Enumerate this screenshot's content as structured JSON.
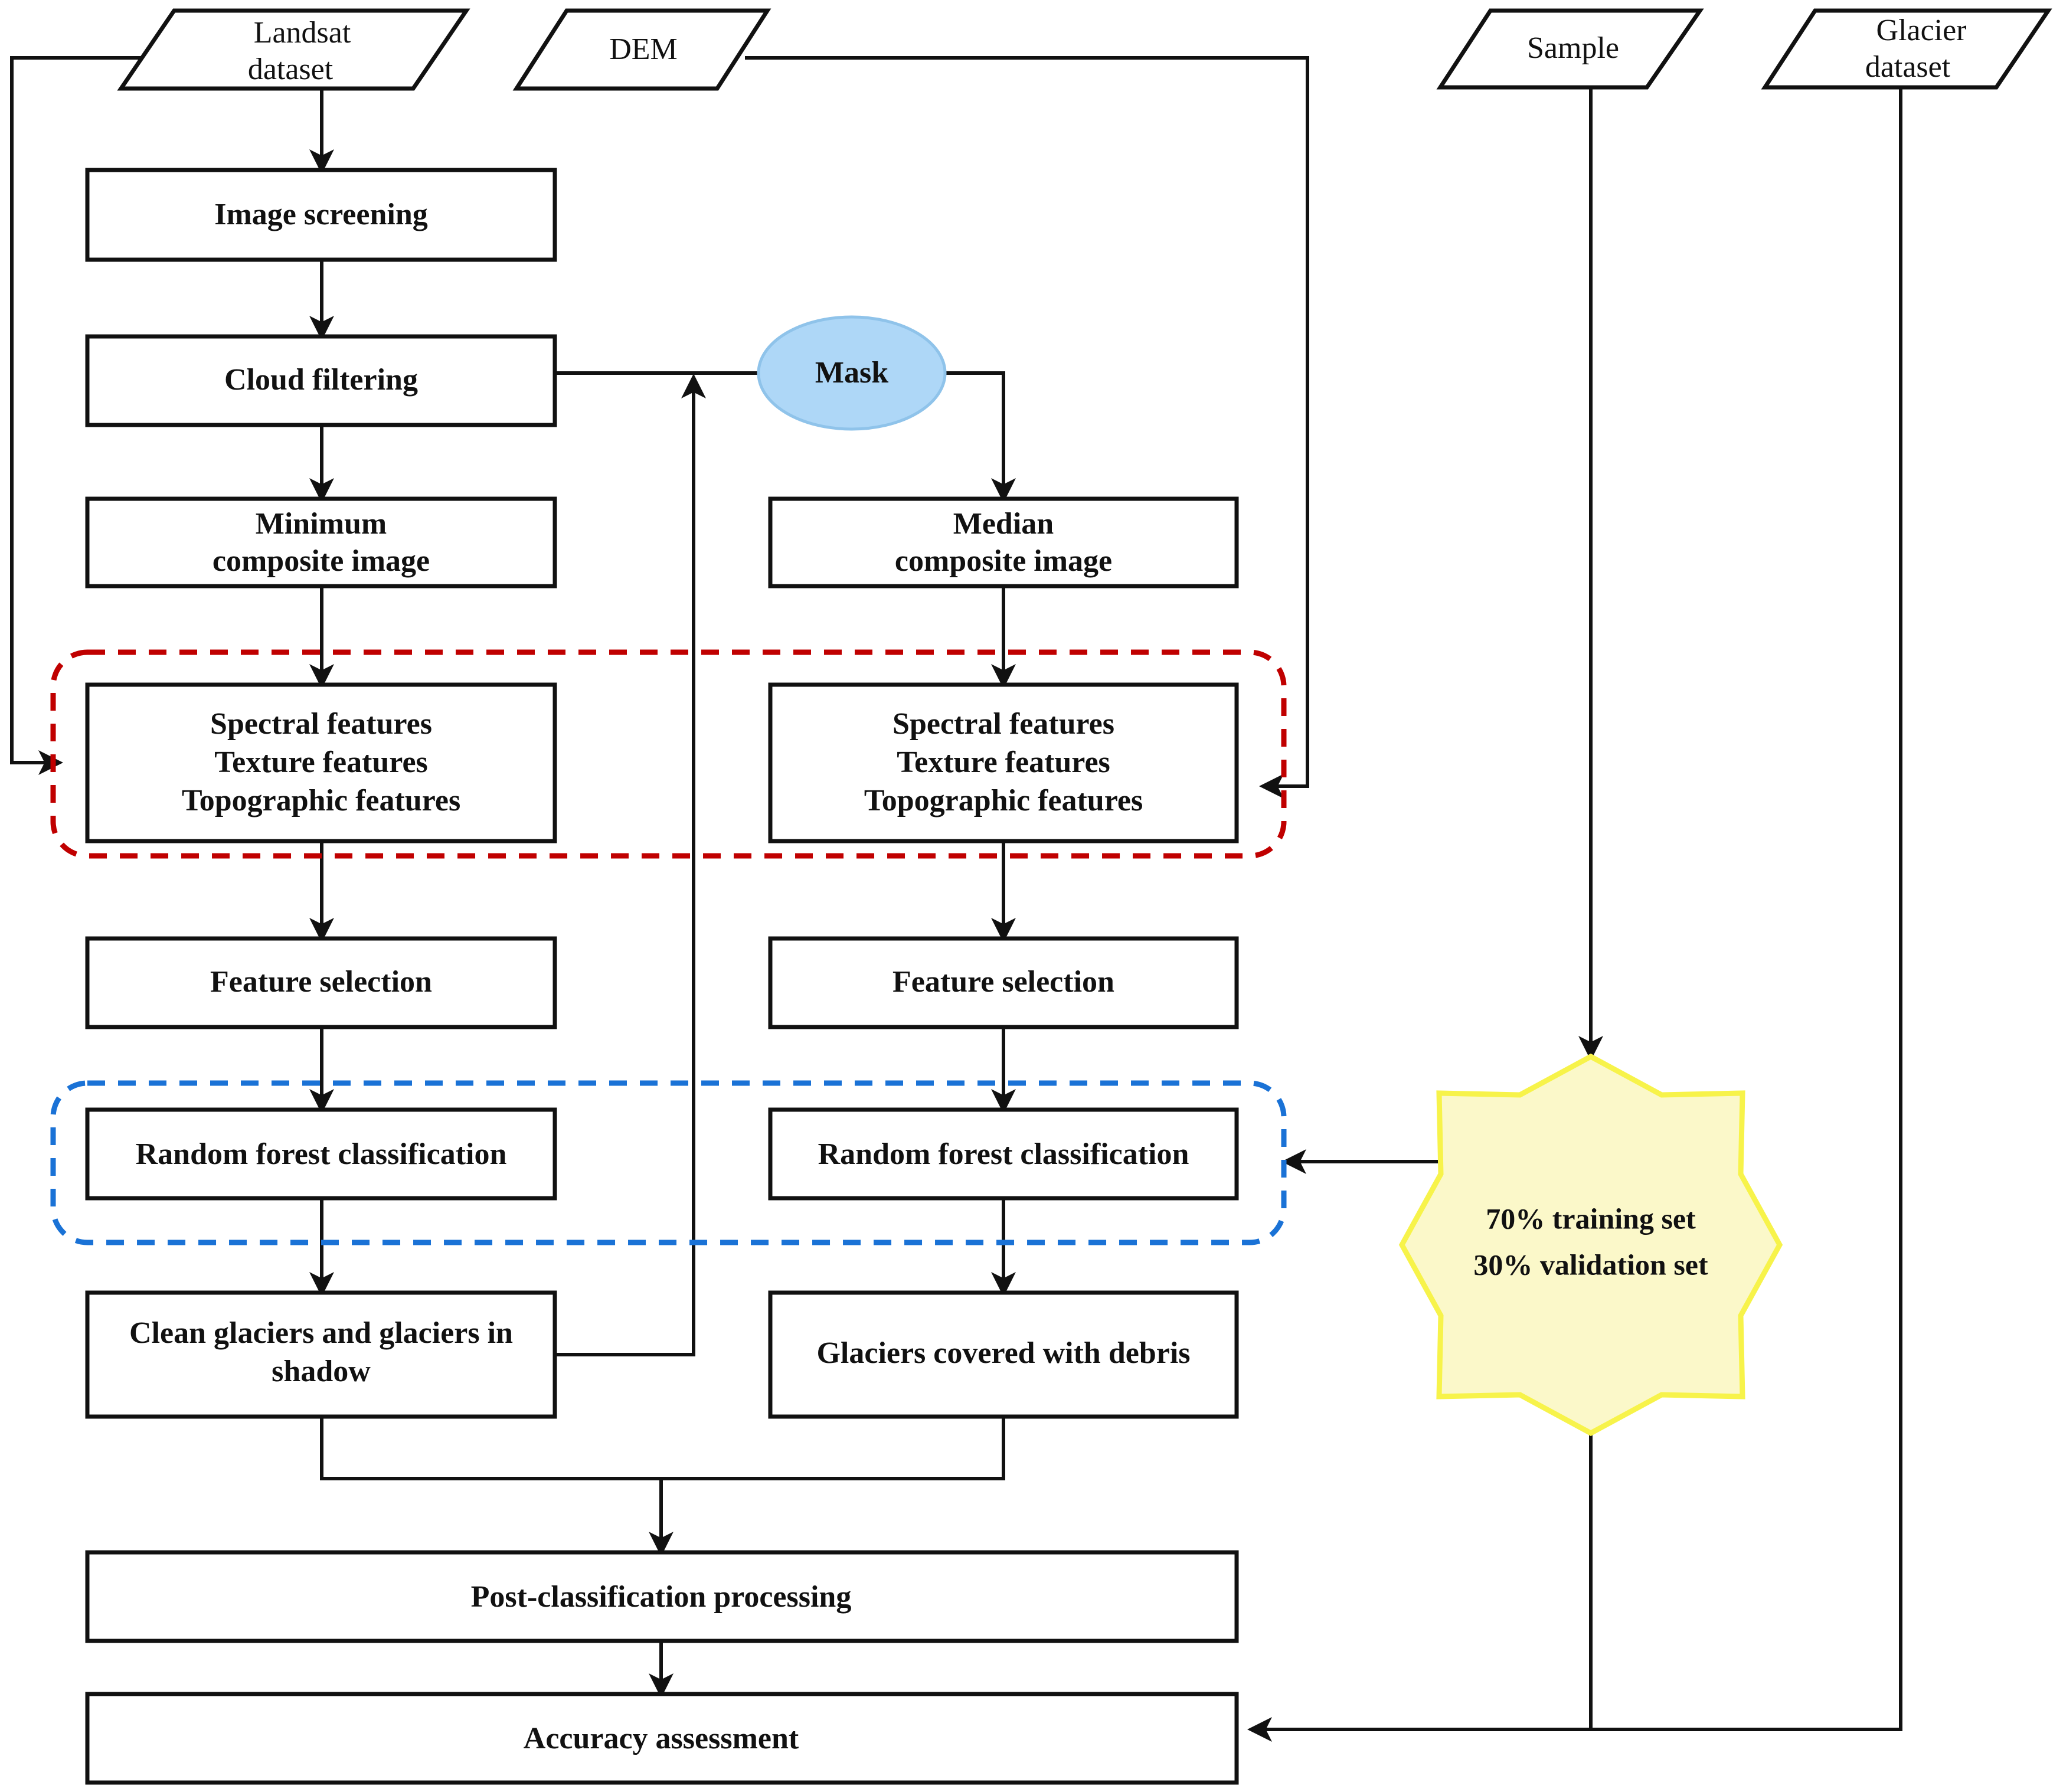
{
  "diagram": {
    "title": "Glacier mapping workflow flowchart",
    "colors": {
      "outline": "#111111",
      "mask_fill": "#aed7f7",
      "mask_stroke": "#8fc3ea",
      "star_fill": "#fbf8c9",
      "star_stroke": "#f7f34a",
      "group_red": "#c00000",
      "group_blue": "#1a72d6",
      "background": "#ffffff"
    },
    "inputs": {
      "landsat": "Landsat\ndataset",
      "landsat_line1": "Landsat",
      "landsat_line2": "dataset",
      "dem": "DEM",
      "sample": "Sample",
      "glacier_line1": "Glacier",
      "glacier_line2": "dataset"
    },
    "left_branch": {
      "image_screening": "Image screening",
      "cloud_filtering": "Cloud filtering",
      "minimum_composite_line1": "Minimum",
      "minimum_composite_line2": "composite image",
      "features_line1": "Spectral features",
      "features_line2": "Texture features",
      "features_line3": "Topographic features",
      "feature_selection": "Feature selection",
      "random_forest": "Random forest classification",
      "result_line1": "Clean glaciers and glaciers in",
      "result_line2": "shadow"
    },
    "right_branch": {
      "median_composite_line1": "Median",
      "median_composite_line2": "composite image",
      "features_line1": "Spectral features",
      "features_line2": "Texture features",
      "features_line3": "Topographic features",
      "feature_selection": "Feature selection",
      "random_forest": "Random forest classification",
      "result": "Glaciers covered with debris"
    },
    "mask": "Mask",
    "split": {
      "line1": "70% training set",
      "line2": "30% validation set"
    },
    "outputs": {
      "post_classification": "Post-classification processing",
      "accuracy_assessment": "Accuracy assessment"
    }
  }
}
